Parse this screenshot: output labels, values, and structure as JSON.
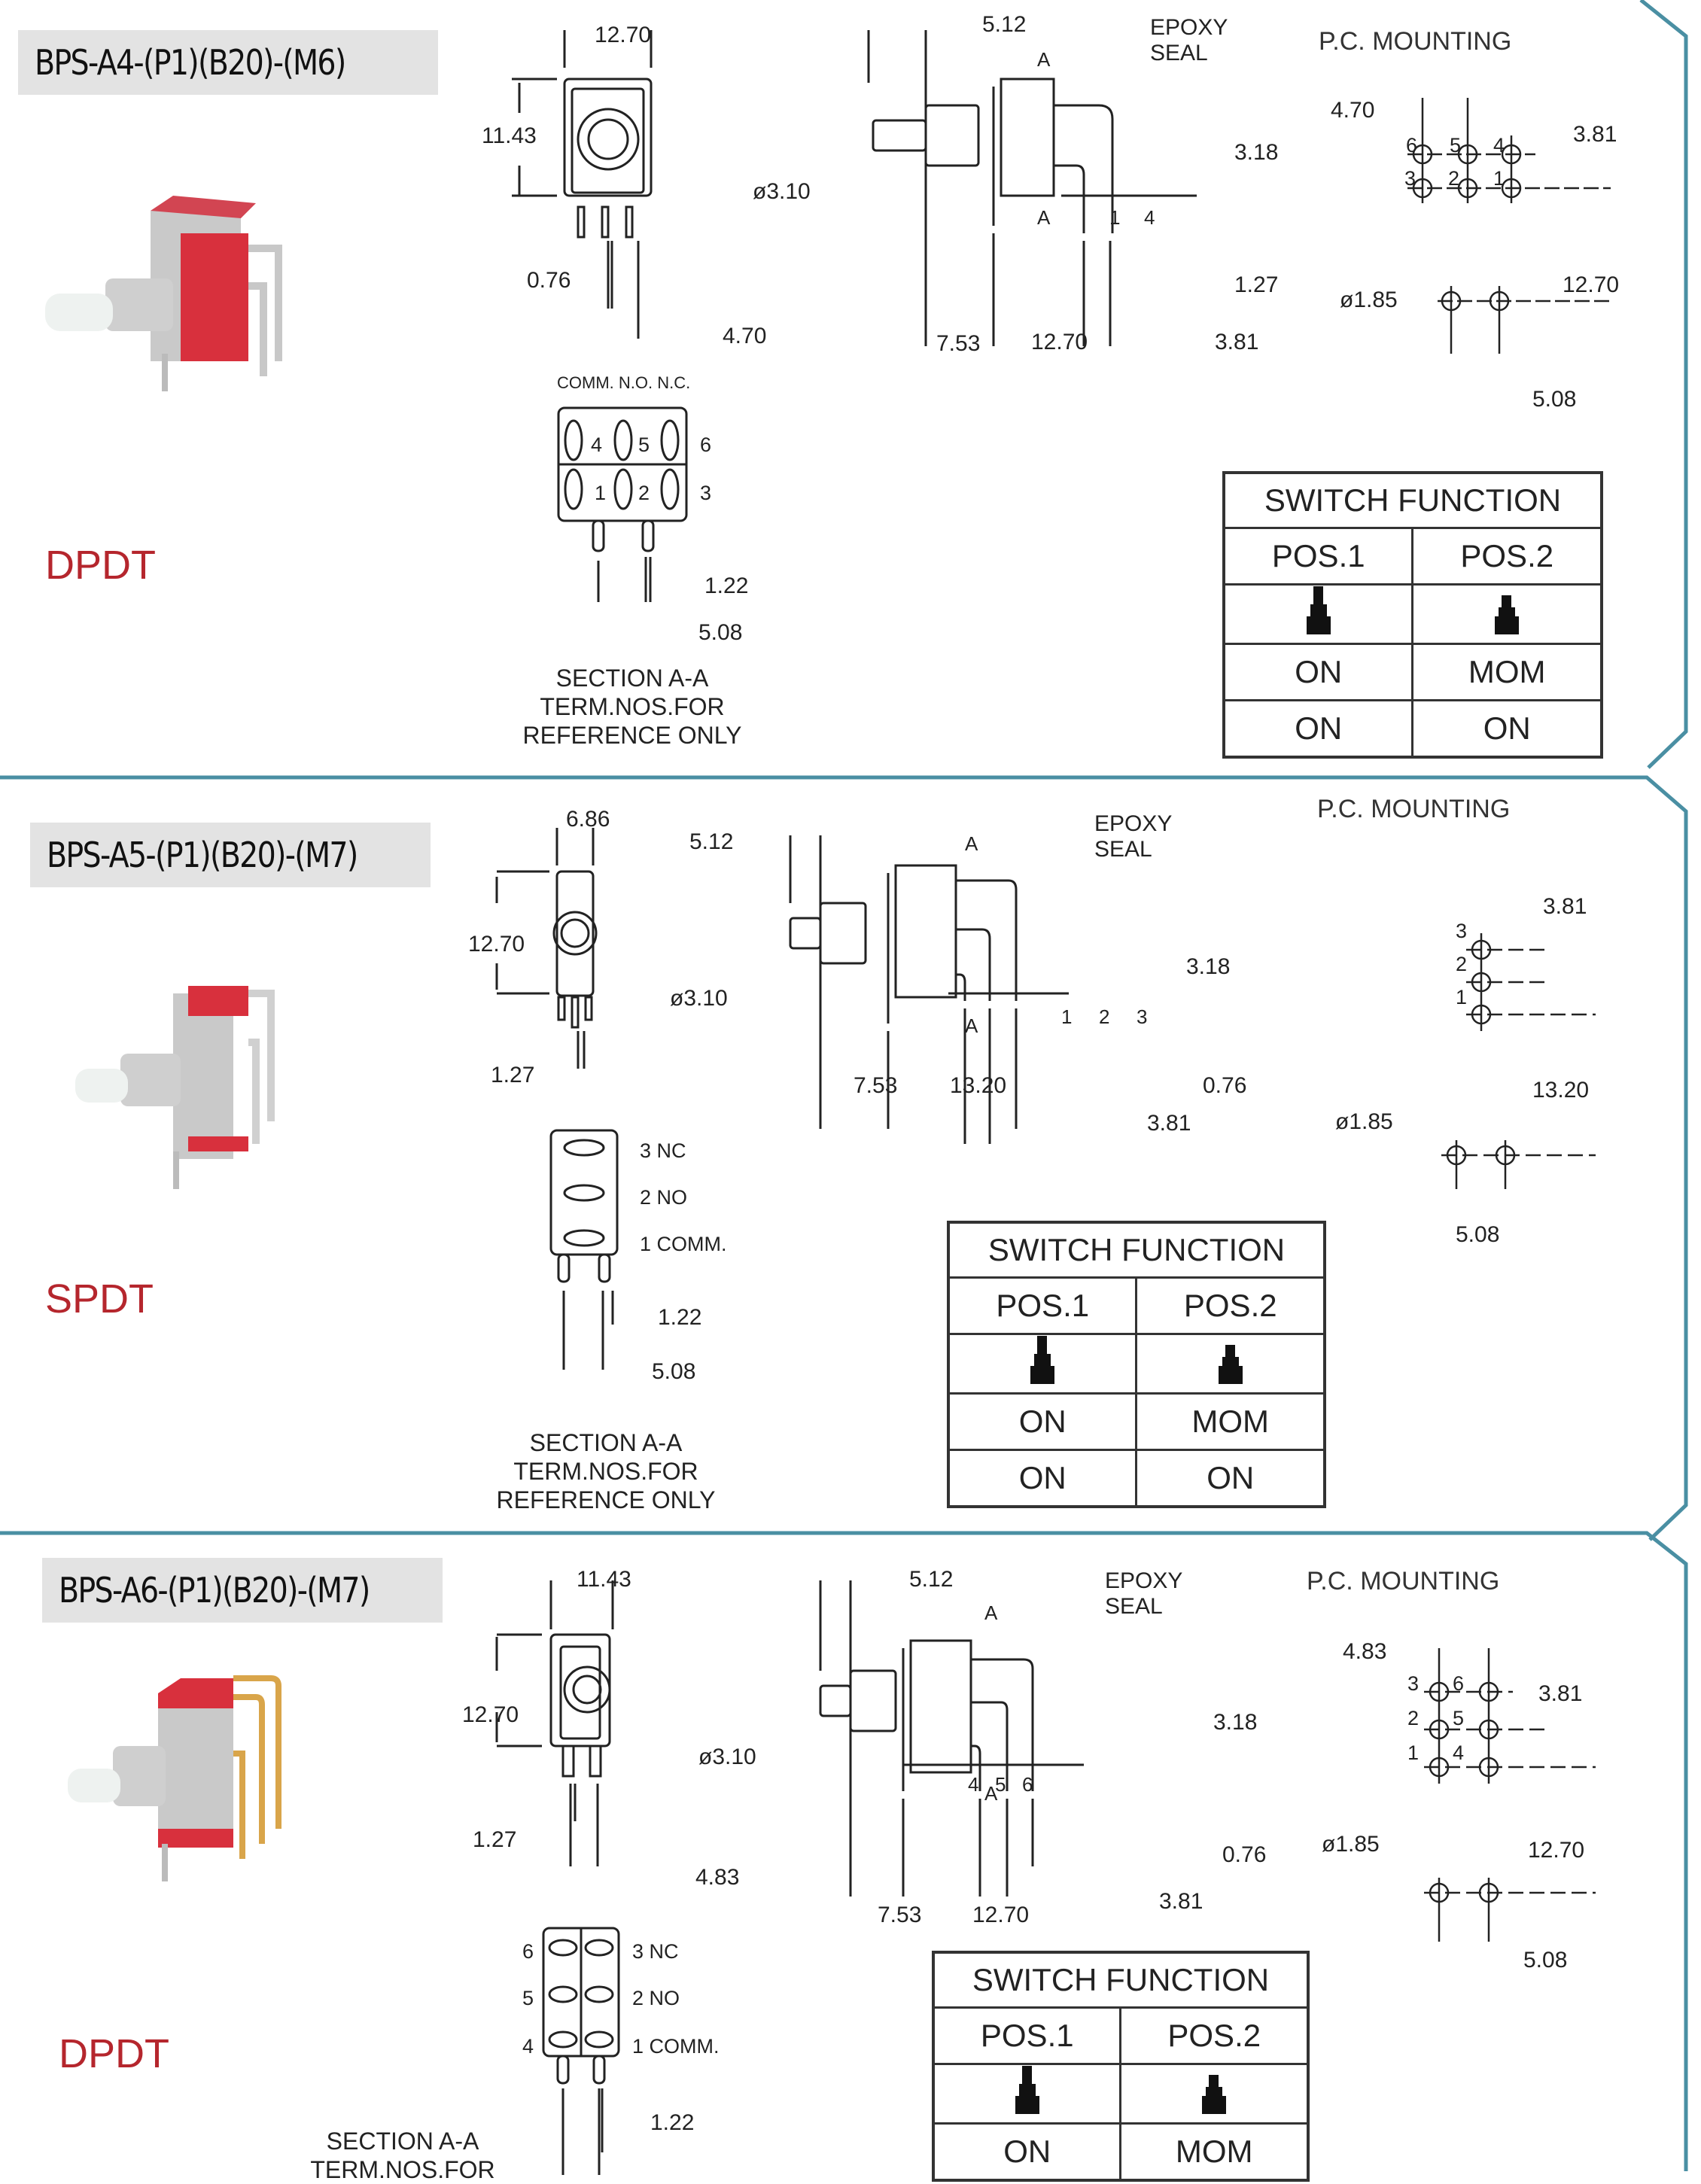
{
  "accent_color": "#4a8fa3",
  "pole_color": "#b5262d",
  "sections": [
    {
      "model": "BPS-A4-(P1)(B20)-(M6)",
      "pole_type": "DPDT",
      "front_view": {
        "width": "12.70",
        "height": "11.43",
        "pin_width": "0.76",
        "pin_pitch": "4.70"
      },
      "side_view": {
        "plunger_length": "5.12",
        "epoxy_label_1": "EPOXY",
        "epoxy_label_2": "SEAL",
        "section_marker": "A",
        "plunger_dia": "ø3.10",
        "pin_height": "3.18",
        "terminal_offset": "1.27",
        "bushing": "7.53",
        "body": "12.70",
        "pin_spacing": "3.81",
        "terminals": [
          "1",
          "4"
        ]
      },
      "section_view": {
        "header": "COMM. N.O. N.C.",
        "top_row": [
          "4",
          "5",
          "6"
        ],
        "bottom_row": [
          "1",
          "2",
          "3"
        ],
        "pin_width": "1.22",
        "pin_pitch": "5.08",
        "note": [
          "SECTION A-A",
          "TERM.NOS.FOR",
          "REFERENCE ONLY"
        ]
      },
      "pc_mounting": {
        "title": "P.C. MOUNTING",
        "horizontal_pitch": "4.70",
        "vertical_pitch": "3.81",
        "row_spacing": "12.70",
        "hole_dia": "ø1.85",
        "mount_pitch": "5.08",
        "hole_labels_top": [
          "6",
          "5",
          "4"
        ],
        "hole_labels_bottom": [
          "3",
          "2",
          "1"
        ]
      },
      "switch_function": {
        "title": "SWITCH FUNCTION",
        "columns": [
          "POS.1",
          "POS.2"
        ],
        "rows": [
          [
            "ON",
            "MOM"
          ],
          [
            "ON",
            "ON"
          ]
        ]
      }
    },
    {
      "model": "BPS-A5-(P1)(B20)-(M7)",
      "pole_type": "SPDT",
      "front_view": {
        "width": "6.86",
        "height": "12.70",
        "pin_width": "1.27"
      },
      "side_view": {
        "plunger_length": "5.12",
        "epoxy_label_1": "EPOXY",
        "epoxy_label_2": "SEAL",
        "section_marker": "A",
        "plunger_dia": "ø3.10",
        "pin_height": "3.18",
        "terminal_offset": "0.76",
        "bushing": "7.53",
        "body": "13.20",
        "pin_spacing": "3.81",
        "terminals": [
          "1",
          "2",
          "3"
        ]
      },
      "section_view": {
        "labels": [
          "3 NC",
          "2 NO",
          "1 COMM."
        ],
        "pin_width": "1.22",
        "pin_pitch": "5.08",
        "note": [
          "SECTION A-A",
          "TERM.NOS.FOR",
          "REFERENCE ONLY"
        ]
      },
      "pc_mounting": {
        "title": "P.C. MOUNTING",
        "vertical_pitch": "3.81",
        "row_spacing": "13.20",
        "hole_dia": "ø1.85",
        "mount_pitch": "5.08",
        "hole_labels": [
          "3",
          "2",
          "1"
        ]
      },
      "switch_function": {
        "title": "SWITCH FUNCTION",
        "columns": [
          "POS.1",
          "POS.2"
        ],
        "rows": [
          [
            "ON",
            "MOM"
          ],
          [
            "ON",
            "ON"
          ]
        ]
      }
    },
    {
      "model": "BPS-A6-(P1)(B20)-(M7)",
      "pole_type": "DPDT",
      "front_view": {
        "width": "11.43",
        "height": "12.70",
        "pin_width": "1.27",
        "pin_pitch": "4.83"
      },
      "side_view": {
        "plunger_length": "5.12",
        "epoxy_label_1": "EPOXY",
        "epoxy_label_2": "SEAL",
        "section_marker": "A",
        "plunger_dia": "ø3.10",
        "pin_height": "3.18",
        "terminal_offset": "0.76",
        "bushing": "7.53",
        "body": "12.70",
        "pin_spacing": "3.81",
        "terminals": [
          "4",
          "5",
          "6"
        ]
      },
      "section_view": {
        "left_labels": [
          "6",
          "5",
          "4"
        ],
        "labels": [
          "3 NC",
          "2 NO",
          "1 COMM."
        ],
        "pin_width": "1.22",
        "note": [
          "SECTION A-A",
          "TERM.NOS.FOR"
        ]
      },
      "pc_mounting": {
        "title": "P.C. MOUNTING",
        "horizontal_pitch": "4.83",
        "vertical_pitch": "3.81",
        "row_spacing": "12.70",
        "hole_dia": "ø1.85",
        "mount_pitch": "5.08",
        "hole_labels_left": [
          "3",
          "2",
          "1"
        ],
        "hole_labels_right": [
          "6",
          "5",
          "4"
        ]
      },
      "switch_function": {
        "title": "SWITCH FUNCTION",
        "columns": [
          "POS.1",
          "POS.2"
        ],
        "rows": [
          [
            "ON",
            "MOM"
          ]
        ]
      }
    }
  ]
}
